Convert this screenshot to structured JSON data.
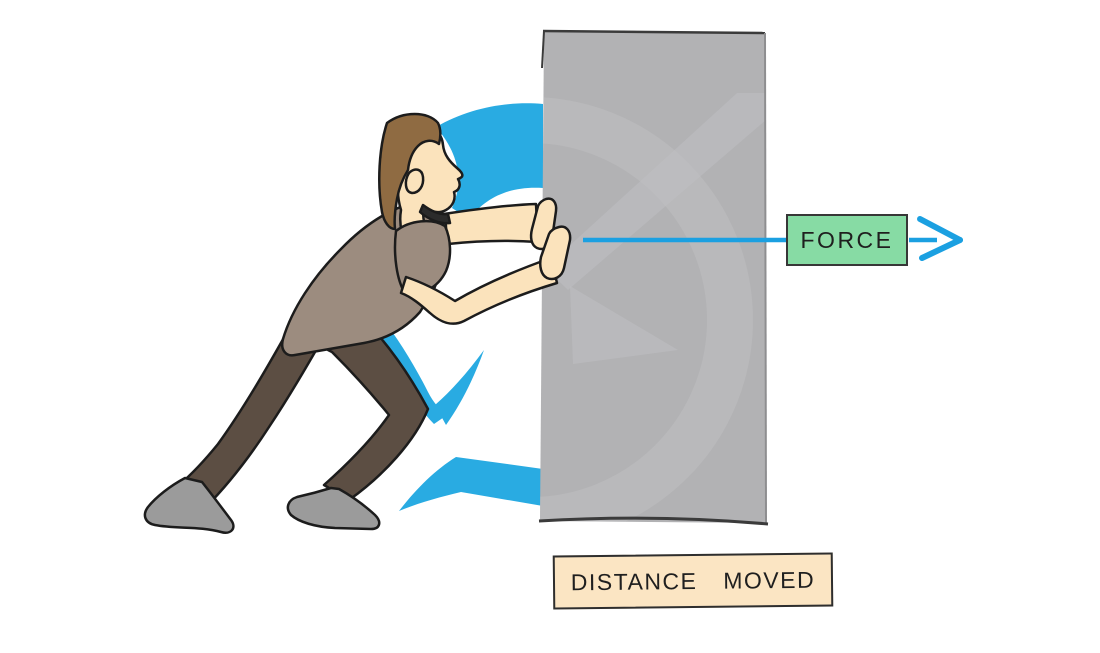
{
  "diagram": {
    "type": "physics-work-done-diagram",
    "description": "Man leaning forward pushing a large grey block; horizontal force arrow to the right and distance-moved label below",
    "force_label": "FORCE",
    "distance_label": "DISTANCE MOVED"
  },
  "colors": {
    "page_bg": "#FFFFFF",
    "swoosh_blue": "#29ABE2",
    "line_blue": "#1BA0E1",
    "block_grey": "#B2B2B4",
    "block_highlight": "#C0C0C3",
    "block_edge_dark": "#3B3B3B",
    "block_edge_light": "#8E8E90",
    "force_box_bg": "#87DBA4",
    "force_box_border": "#373737",
    "distance_box_bg": "#FBE5C3",
    "distance_box_border": "#2E2E2E",
    "label_text": "#1F1F1F",
    "outline": "#1C1C1C",
    "skin": "#FBE3BC",
    "hair": "#8F6B42",
    "shirt": "#9C8C7F",
    "collar": "#2B2B2B",
    "pants": "#5C4E43",
    "shoes": "#9B9B9B"
  }
}
